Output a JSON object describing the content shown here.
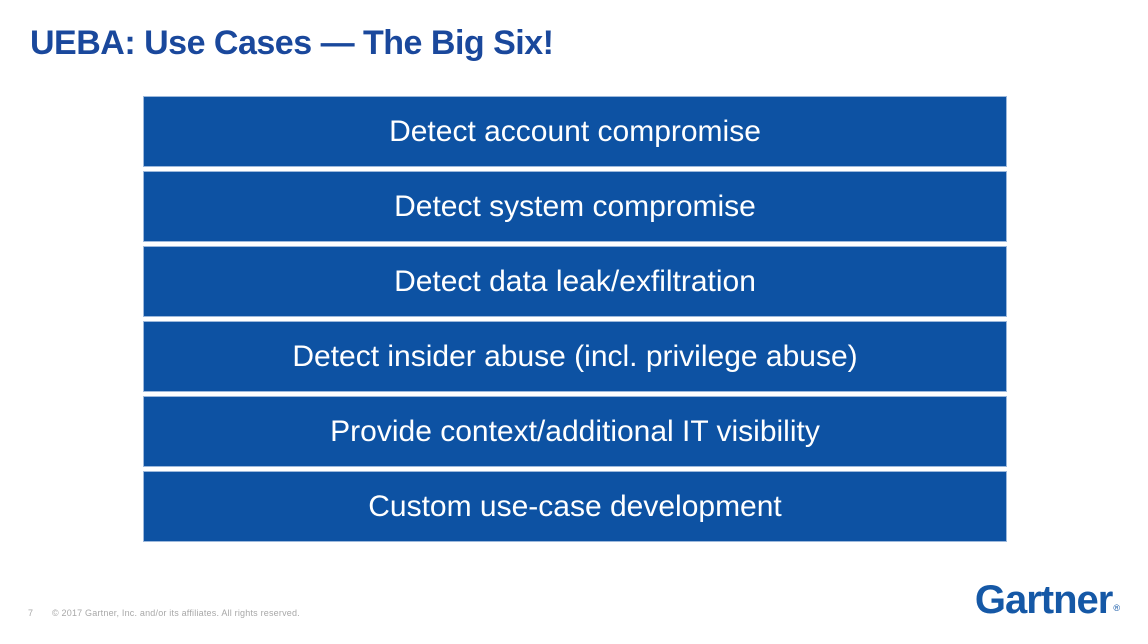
{
  "slide": {
    "title": "UEBA: Use Cases — The Big Six!",
    "use_cases": [
      "Detect account compromise",
      "Detect system compromise",
      "Detect data leak/exfiltration",
      "Detect insider abuse (incl. privilege abuse)",
      "Provide context/additional IT visibility",
      "Custom use-case development"
    ],
    "footer": {
      "page_number": "7",
      "copyright": "© 2017 Gartner, Inc. and/or its affiliates. All rights reserved."
    },
    "logo": {
      "brand": "Gartner",
      "registered_mark": "®"
    },
    "colors": {
      "bar_blue": "#0d52a3",
      "title_blue": "#1a489c",
      "logo_blue": "#1558a6",
      "bar_text": "#ffffff",
      "footer_gray": "#a8a8a8"
    }
  }
}
